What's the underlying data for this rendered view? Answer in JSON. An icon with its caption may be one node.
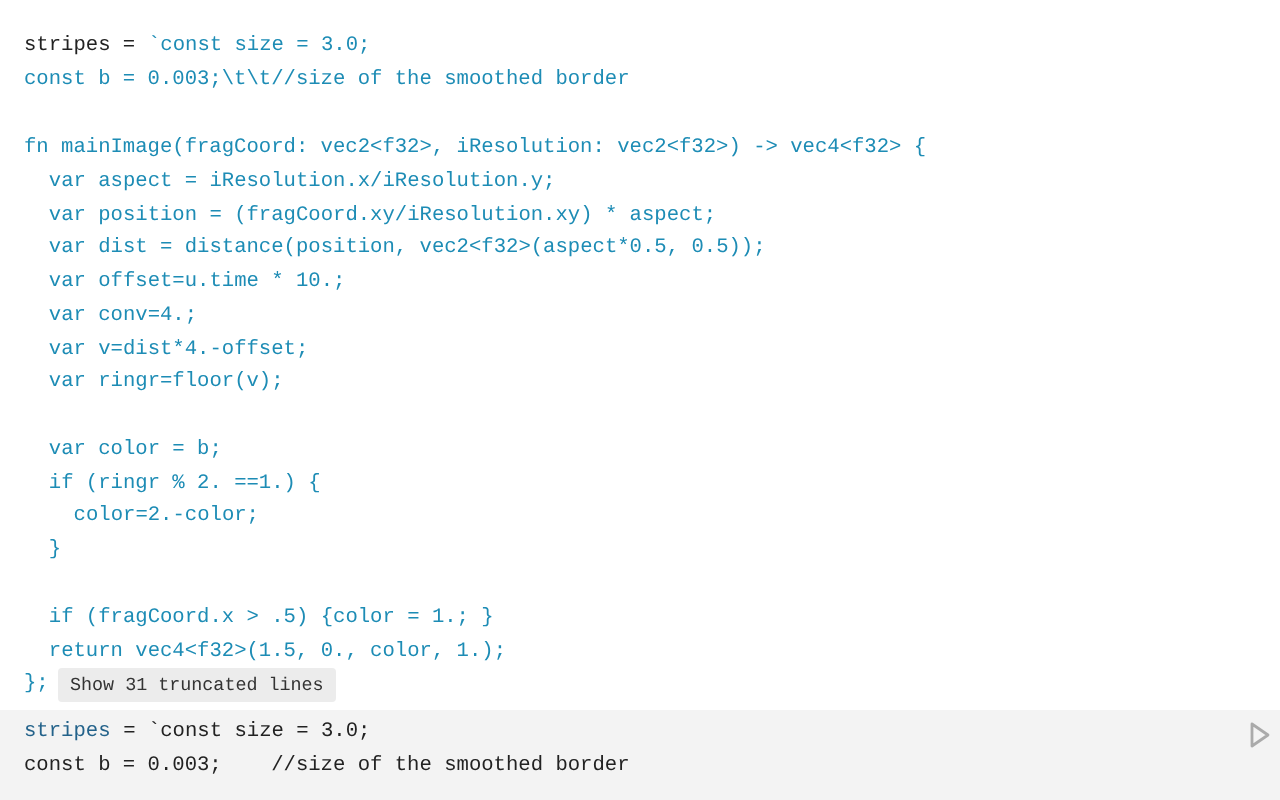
{
  "diagram": {
    "labels": [
      "stripes =",
      "`const size = 3.0;",
      "const b = 0.003;\\t\\t//size of the smoothed border",
      "fn mainImage(fragCoord: vec2<f32>, iResolution: vec2<f32>) -> vec4<f32> {",
      "var aspect = iResolution.x/iResolution.y;",
      "var position = (fragCoord.xy/iResolution.xy) * aspect;",
      "var dist = distance(position, vec2<f32>(aspect*0.5, 0.5));",
      "var offset=u.time * 10.;",
      "var conv=4.;",
      "var v=dist*4.-offset;",
      "var ringr=floor(v);",
      "var color = b;",
      "if (ringr % 2. ==1.) {",
      "color=2.-color;",
      "}",
      "if (fragCoord.x > .5) {color = 1.; }",
      "return vec4<f32>(1.5, 0., color, 1.);",
      "};",
      "Show 31 truncated lines",
      "stripes",
      "= `const size = 3.0;",
      "const b = 0.003;    //size of the smoothed border"
    ]
  }
}
